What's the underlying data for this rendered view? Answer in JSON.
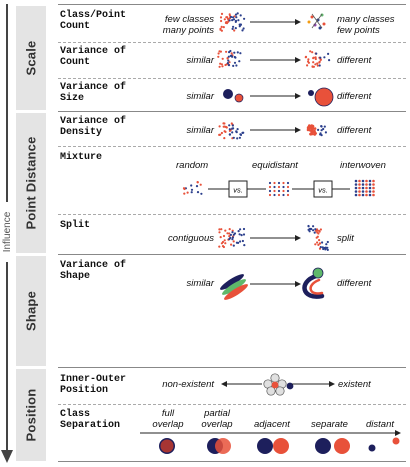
{
  "axis": {
    "label": "Influence"
  },
  "categories": [
    {
      "name": "Scale"
    },
    {
      "name": "Point Distance"
    },
    {
      "name": "Shape"
    },
    {
      "name": "Position"
    }
  ],
  "rows": {
    "class_point_count": {
      "label": "Class/Point\nCount",
      "left": "few classes\nmany points",
      "right": "many classes\nfew points"
    },
    "variance_count": {
      "label": "Variance of\nCount",
      "left": "similar",
      "right": "different"
    },
    "variance_size": {
      "label": "Variance of\nSize",
      "left": "similar",
      "right": "different"
    },
    "variance_density": {
      "label": "Variance of\nDensity",
      "left": "similar",
      "right": "different"
    },
    "mixture": {
      "label": "Mixture",
      "opt1": "random",
      "opt2": "equidistant",
      "opt3": "interwoven",
      "vs": "vs."
    },
    "split": {
      "label": "Split",
      "left": "contiguous",
      "right": "split"
    },
    "variance_shape": {
      "label": "Variance of\nShape",
      "left": "similar",
      "right": "different"
    },
    "inner_outer": {
      "label": "Inner-Outer\nPosition",
      "left": "non-existent",
      "right": "existent"
    },
    "class_separation": {
      "label": "Class\nSeparation",
      "steps": [
        "full\noverlap",
        "partial\noverlap",
        "adjacent",
        "separate",
        "distant"
      ]
    }
  },
  "colors": {
    "red": "#e8513a",
    "blue": "#2b3f8c",
    "navy": "#1d1f5c",
    "green": "#5fb86a",
    "band": "#e4e4e4"
  }
}
